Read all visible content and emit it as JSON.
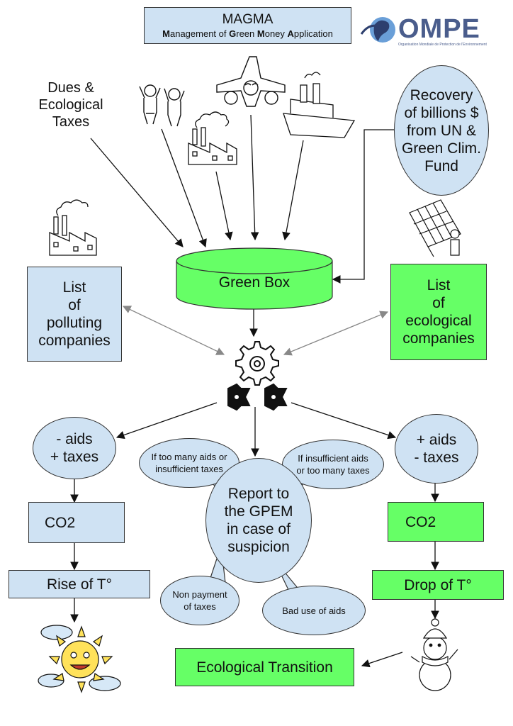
{
  "header": {
    "title": "MAGMA",
    "subtitle_parts": [
      {
        "b": "M",
        "t": "anagement of "
      },
      {
        "b": "G",
        "t": "reen "
      },
      {
        "b": "M",
        "t": "oney "
      },
      {
        "b": "A",
        "t": "pplication"
      }
    ]
  },
  "logo": {
    "name": "OMPE",
    "tagline": "Organisation Mondiale de Protection de l'Environnement",
    "color": "#4a5d8c"
  },
  "sources": {
    "dues_lines": [
      "Dues &",
      "Ecological",
      "Taxes"
    ]
  },
  "recovery": {
    "lines": [
      "Recovery",
      "of billions $",
      "from UN &",
      "Green Clim.",
      "Fund"
    ]
  },
  "green_box": {
    "label": "Green Box"
  },
  "polluting": {
    "lines": [
      "List",
      "of",
      "polluting",
      "companies"
    ]
  },
  "ecological": {
    "lines": [
      "List",
      "of",
      "ecological",
      "companies"
    ]
  },
  "left_circle": {
    "lines": [
      "- aids",
      "+ taxes"
    ]
  },
  "right_circle": {
    "lines": [
      "+ aids",
      "- taxes"
    ]
  },
  "left_co2": {
    "label": "CO2"
  },
  "right_co2": {
    "label": "CO2"
  },
  "rise": {
    "label": "Rise of  T°"
  },
  "drop": {
    "label": "Drop of  T°"
  },
  "report": {
    "lines": [
      "Report to",
      "the GPEM",
      "in case of",
      "suspicion"
    ]
  },
  "bubbles": {
    "top_left": [
      "If too many aids or",
      "insufficient taxes"
    ],
    "top_right": [
      "If insufficient aids",
      "or too many taxes"
    ],
    "bottom_left": [
      "Non payment",
      "of taxes"
    ],
    "bottom_right": [
      "Bad use of aids"
    ]
  },
  "transition": {
    "label": "Ecological Transition"
  },
  "colors": {
    "light_blue": "#cfe2f3",
    "green": "#66ff66",
    "line": "#111111",
    "gray_arrow": "#888888"
  }
}
